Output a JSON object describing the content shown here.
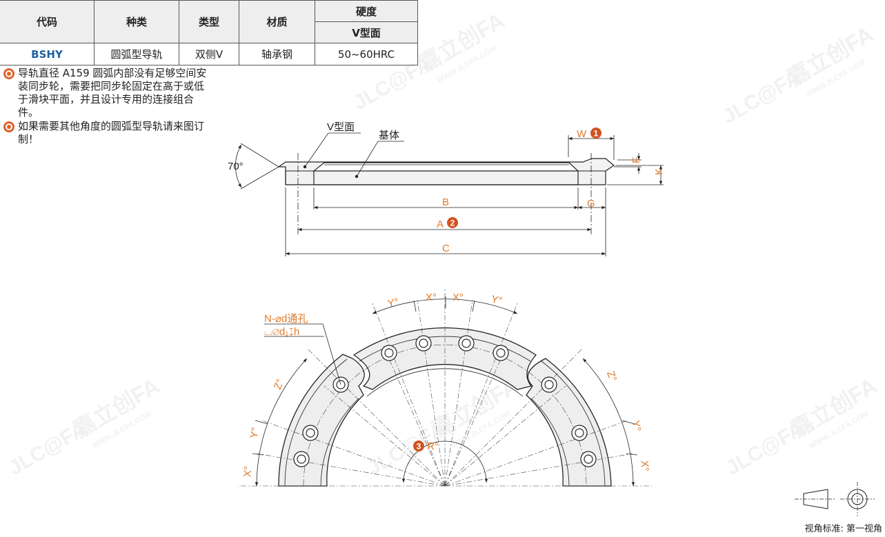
{
  "table": {
    "headers": {
      "code": "代码",
      "kind": "种类",
      "type": "类型",
      "material": "材质",
      "hardness": "硬度",
      "hardness_sub": "V型面"
    },
    "row": {
      "code": "BSHY",
      "kind": "圆弧型导轨",
      "type": "双侧V",
      "material": "轴承钢",
      "hardness": "50~60HRC"
    }
  },
  "notes": [
    "导轨直径 A159 圆弧内部没有足够空间安装同步轮，需要把同步轮固定在高于或低于滑块平面，并且设计专用的连接组合件。",
    "如果需要其他角度的圆弧型导轨请来图订制！"
  ],
  "section_view": {
    "angle": "70°",
    "v_face": "V型面",
    "base": "基体",
    "W": "W",
    "W_mark": "1",
    "F": "F",
    "K": "K",
    "B": "B",
    "G": "G",
    "A": "A",
    "A_mark": "2",
    "C": "C"
  },
  "top_view": {
    "hole_label_1": "N-⌀d通孔",
    "hole_label_2": "⌴⌀d₁↧h",
    "X": "X°",
    "Y": "Y°",
    "Z": "Z°",
    "R": "R°",
    "R_mark": "3"
  },
  "watermark": {
    "logo": "JLC@FA",
    "cn": "嘉立创FA",
    "url": "WWW.JLCFA.COM"
  },
  "view_standard": "视角标准: 第一视角",
  "colors": {
    "accent": "#e07a2a",
    "badge": "#d1521f",
    "line": "#222222",
    "fill": "#eeeeee"
  }
}
